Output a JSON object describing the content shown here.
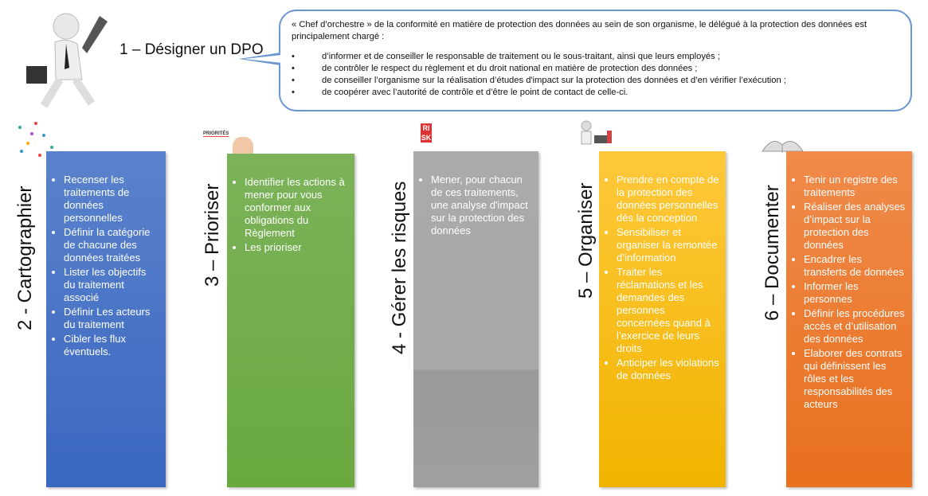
{
  "header": {
    "title": "1 – Désigner un DPO",
    "intro": "« Chef d’orchestre » de la conformité en matière de protection des données au sein de son organisme, le délégué à la protection des données est principalement chargé :",
    "bullets": [
      "d’informer et de conseiller le responsable de traitement ou le sous-traitant, ainsi que leurs employés ;",
      "de contrôler le respect du règlement et du droit national en matière de protection des données ;",
      "de conseiller l’organisme sur la réalisation d’études d'impact sur la protection des données et d’en vérifier l’exécution ;",
      "de coopérer avec l’autorité de contrôle et d’être le point de contact de celle-ci."
    ]
  },
  "steps": [
    {
      "label": "2 - Cartographier",
      "color": "#4472c4",
      "items": [
        "Recenser les traitements de données personnelles",
        "Définir la catégorie de chacune des données traitées",
        "Lister les objectifs du traitement associé",
        "Définir Les acteurs du traitement",
        "Cibler les flux éventuels."
      ]
    },
    {
      "label": "3 – Prioriser",
      "color": "#70ad47",
      "image_text": "PRIORITÉS",
      "items": [
        "Identifier les actions à mener pour vous conformer aux obligations du Règlement",
        "Les prioriser"
      ]
    },
    {
      "label": "4 - Gérer les risques",
      "color": "#a5a5a5",
      "image_text": "RISK",
      "items": [
        "Mener, pour chacun de ces traitements, une analyse d'impact sur la protection des données"
      ]
    },
    {
      "label": "5 – Organiser",
      "color": "#ffc000",
      "items": [
        "Prendre en compte de la protection des données personnelles dès la conception",
        "Sensibiliser et organiser la remontée d’information",
        "Traiter les réclamations et les demandes des personnes concernées quand à l’exercice de leurs droits",
        "Anticiper les violations de données"
      ]
    },
    {
      "label": "6 – Documenter",
      "color": "#ed7d31",
      "items": [
        "Tenir un registre des traitements",
        "Réaliser des analyses d’impact sur la protection des données",
        "Encadrer les transferts de données",
        "Informer les personnes",
        "Définir les procédures accès et d’utilisation des données",
        "Elaborer des contrats qui définissent les rôles et les responsabilités des acteurs"
      ]
    }
  ]
}
